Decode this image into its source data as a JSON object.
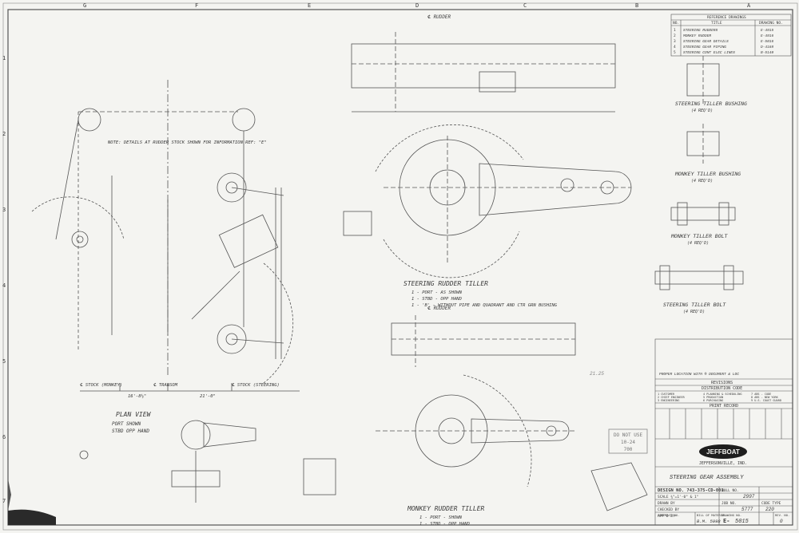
{
  "zone_letters": [
    "A",
    "B",
    "C",
    "D",
    "E",
    "F",
    "G"
  ],
  "zone_numbers": [
    "1",
    "2",
    "3",
    "4",
    "5",
    "6",
    "7"
  ],
  "views": {
    "plan_view": {
      "title": "PLAN VIEW",
      "sub1": "PORT SHOWN",
      "sub2": "STBD OPP HAND"
    },
    "steering_rudder_tiller": {
      "title": "STEERING RUDDER TILLER",
      "notes": [
        "1 - PORT - AS SHOWN",
        "1 - STBD - OPP HAND",
        "1 - 'B' - WITHOUT PIPE AND QUADRANT AND CTR GRN BUSHING"
      ]
    },
    "monkey_rudder_tiller": {
      "title": "MONKEY RUDDER TILLER",
      "notes": [
        "1 - PORT - SHOWN",
        "1 - STBD - OPP HAND"
      ]
    },
    "steering_tiller_bushing": {
      "title": "STEERING TILLER BUSHING",
      "qty": "(4 REQ'D)"
    },
    "monkey_tiller_bushing": {
      "title": "MONKEY TILLER BUSHING",
      "qty": "(4 REQ'D)"
    },
    "monkey_tiller_bolt": {
      "title": "MONKEY TILLER BOLT",
      "qty": "(4 REQ'D)"
    },
    "steering_tiller_bolt": {
      "title": "STEERING TILLER BOLT",
      "qty": "(4 REQ'D)"
    },
    "rudder_label": "℄ RUDDER",
    "rudder_label_lower": "℄ RUDDER"
  },
  "plan_labels": {
    "stk_port": "℄ STOCK (MONKEY)",
    "transom": "℄ TRANSOM",
    "stk_stbd": "℄ STOCK (STEERING)",
    "dim_center": "21'-0\"",
    "dim_left": "16'-8½\"",
    "note": "NOTE: DETAILS AT RUDDER STOCK SHOWN FOR INFORMATION REF: \"E\""
  },
  "reference_drawings": {
    "header": "REFERENCE DRAWINGS",
    "columns": [
      "NO.",
      "TITLE",
      "DRAWING NO."
    ],
    "rows": [
      {
        "no": "1",
        "title": "STEERING RUDDERS",
        "drawing": "E-4915"
      },
      {
        "no": "2",
        "title": "MONKEY RUDDER",
        "drawing": "E-4916"
      },
      {
        "no": "3",
        "title": "STEERING GEAR DETAILS",
        "drawing": "E-5016"
      },
      {
        "no": "4",
        "title": "STEERING GEAR PIPING",
        "drawing": "D-4168"
      },
      {
        "no": "5",
        "title": "STEERING CONT ELEC LINES",
        "drawing": "B-5140"
      }
    ]
  },
  "revisions": {
    "title": "REVISIONS",
    "entry": "PROPER LOCATION WITH ® DOCUMENT & LOC"
  },
  "distribution": {
    "title": "DISTRIBUTION CODE",
    "items": [
      "1 CUSTOMER",
      "2 CHIEF ENGINEER",
      "3 ENGINEERING",
      "4 PLANNING & SCHEDULING",
      "5 PRODUCTION",
      "6 PURCHASING",
      "7 ABS - CODE",
      "8 ABS - NEW YORK",
      "9 U.S. COAST GUARD"
    ]
  },
  "print_record": {
    "title": "PRINT RECORD"
  },
  "logo": {
    "name": "JEFFBOAT",
    "sub": "JEFFERSONVILLE, IND."
  },
  "title_block": {
    "drawing_title": "STEERING GEAR ASSEMBLY",
    "design_no": "DESIGN NO. 743-375-CD-001",
    "scale": "SCALE  ¾\"=1'-0\" & 1\"",
    "drawn_by": "DRAWN BY",
    "checked_by": "CHECKED BY",
    "approved": "APP'D BY",
    "hull_no": "HULL NO.",
    "hull_val": "2997",
    "job_no": "JOB NO.",
    "job_val": "5777",
    "contract_no": "CONTRACT NO.",
    "bill_of_material": "BILL OF MATERIAL",
    "drawing_no": "DRAWING NO.",
    "dwg_prefix": "E-",
    "dwg_number": "5015",
    "rev_no": "REV. NO.",
    "rev_val": "0",
    "bm": "B.M. 5998",
    "code_type": "CODE TYPE",
    "code_val": "220"
  },
  "stamp": {
    "line1": "DO NOT USE",
    "line2": "10-24",
    "line3": "700"
  },
  "stamp_pencil": "21.25"
}
